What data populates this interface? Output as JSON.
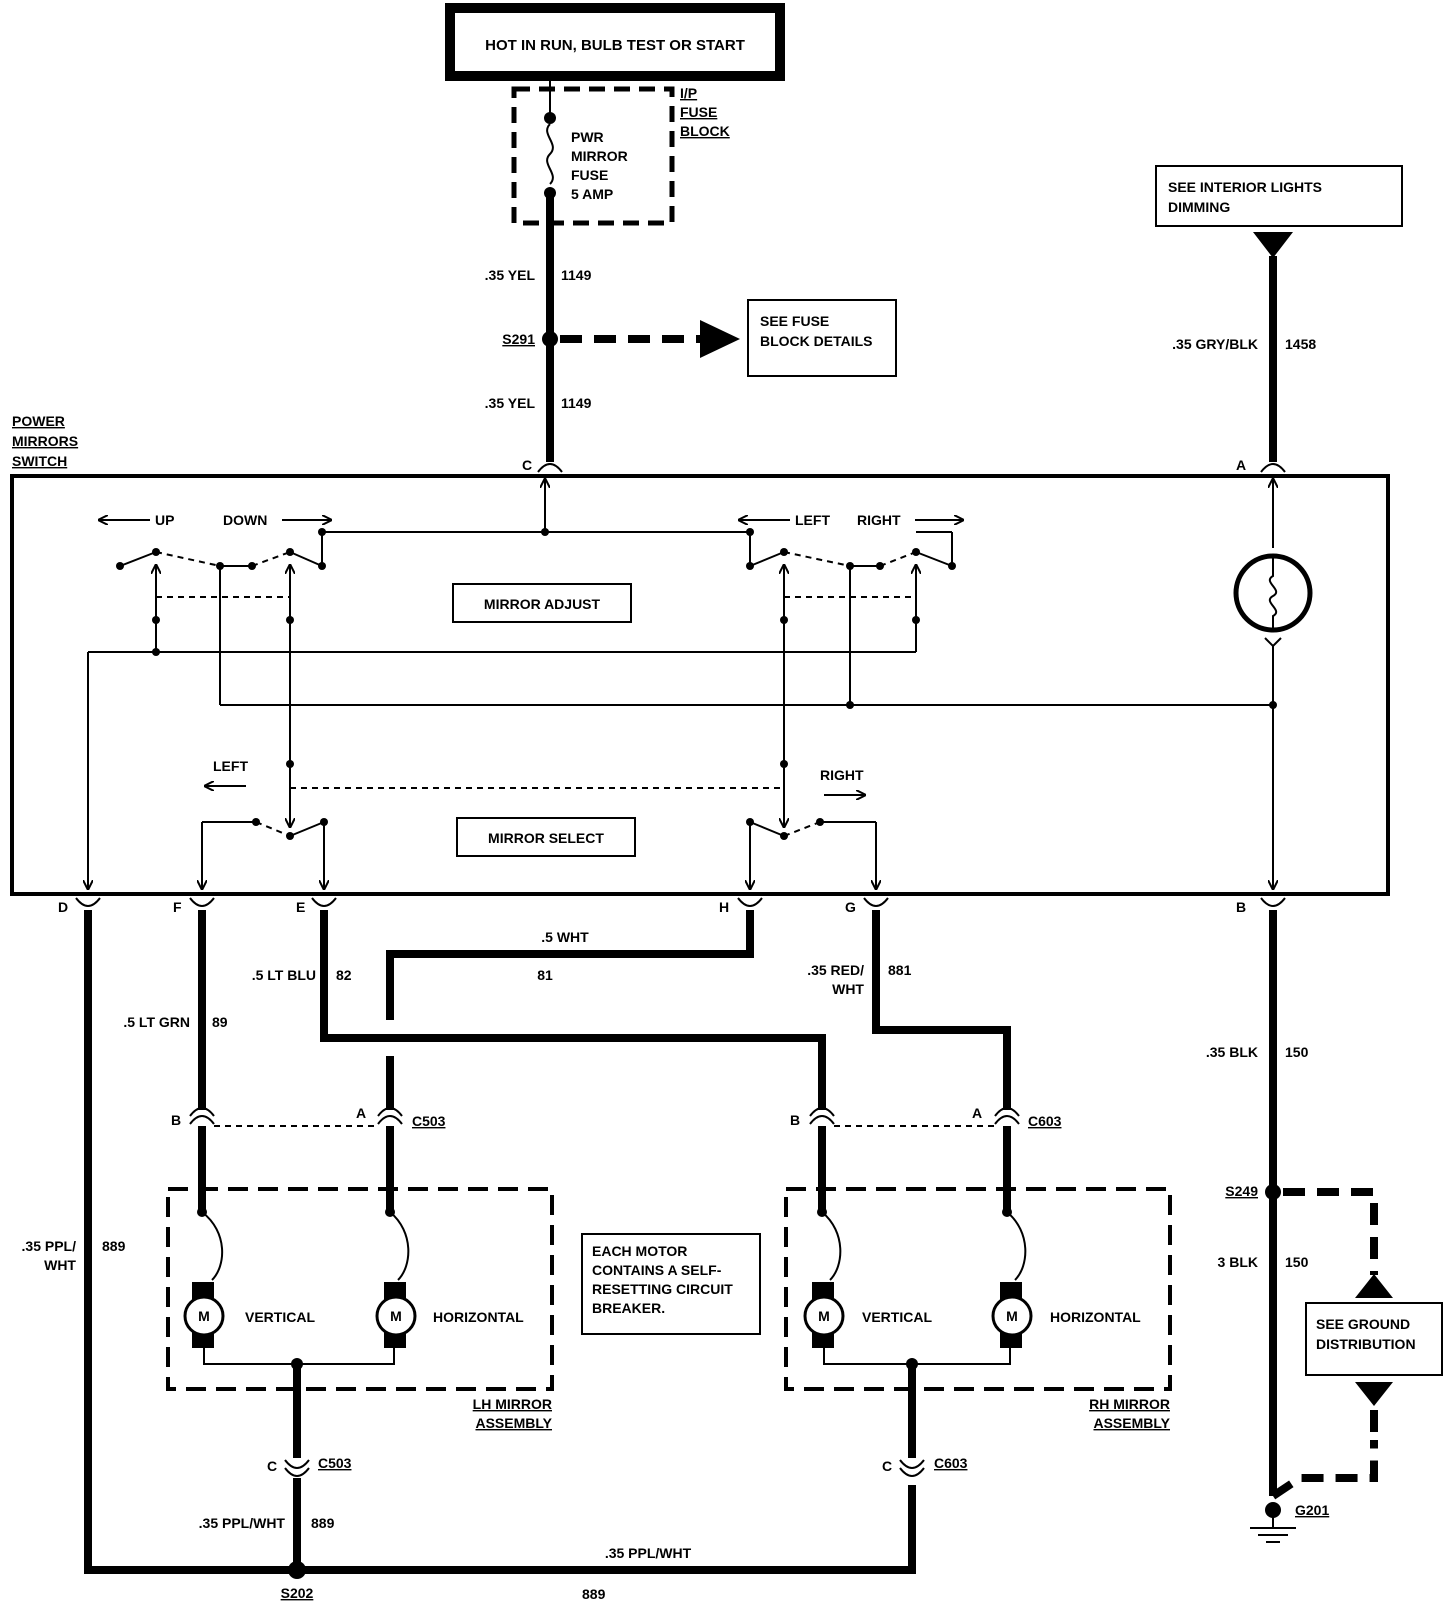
{
  "power_source": "HOT IN RUN, BULB TEST OR START",
  "fuse_block": {
    "label_lines": [
      "I/P",
      "FUSE",
      "BLOCK"
    ],
    "fuse_lines": [
      "PWR",
      "MIRROR",
      "FUSE",
      "5 AMP"
    ]
  },
  "see_fuse_block": [
    "SEE FUSE",
    "BLOCK DETAILS"
  ],
  "see_interior": [
    "SEE INTERIOR LIGHTS",
    "DIMMING"
  ],
  "see_ground": [
    "SEE GROUND",
    "DISTRIBUTION"
  ],
  "splices": {
    "s291": "S291",
    "s249": "S249",
    "s202": "S202",
    "g201": "G201"
  },
  "wires": {
    "yel_top": {
      "color": ".35 YEL",
      "circuit": "1149"
    },
    "yel_bottom": {
      "color": ".35 YEL",
      "circuit": "1149"
    },
    "gry_blk": {
      "color": ".35 GRY/BLK",
      "circuit": "1458"
    },
    "lt_grn": {
      "color": ".5 LT GRN",
      "circuit": "89"
    },
    "lt_blu": {
      "color": ".5 LT BLU",
      "circuit": "82"
    },
    "wht": {
      "color": ".5 WHT",
      "circuit": "81"
    },
    "red_wht": {
      "color_lines": [
        ".35 RED/",
        "WHT"
      ],
      "circuit": "881"
    },
    "blk_35": {
      "color": ".35 BLK",
      "circuit": "150"
    },
    "blk_3": {
      "color": "3 BLK",
      "circuit": "150"
    },
    "ppl_wht_left": {
      "color_lines": [
        ".35 PPL/",
        "WHT"
      ],
      "circuit": "889"
    },
    "ppl_wht_mid": {
      "color": ".35 PPL/WHT",
      "circuit": "889"
    },
    "ppl_wht_bottom": {
      "color": ".35 PPL/WHT",
      "circuit": "889"
    }
  },
  "switch": {
    "label_lines": [
      "POWER",
      "MIRRORS",
      "SWITCH"
    ],
    "mirror_adjust": "MIRROR ADJUST",
    "mirror_select": "MIRROR SELECT",
    "up": "UP",
    "down": "DOWN",
    "left": "LEFT",
    "right": "RIGHT",
    "select_left": "LEFT",
    "select_right": "RIGHT",
    "pins": {
      "a": "A",
      "b": "B",
      "c": "C",
      "d": "D",
      "e": "E",
      "f": "F",
      "g": "G",
      "h": "H"
    }
  },
  "lh_mirror": {
    "label_lines": [
      "LH MIRROR",
      "ASSEMBLY"
    ],
    "vertical": "VERTICAL",
    "horizontal": "HORIZONTAL",
    "motor": "M",
    "c503": "C503",
    "pin_a": "A",
    "pin_b": "B",
    "pin_c": "C"
  },
  "rh_mirror": {
    "label_lines": [
      "RH MIRROR",
      "ASSEMBLY"
    ],
    "vertical": "VERTICAL",
    "horizontal": "HORIZONTAL",
    "motor": "M",
    "c603": "C603",
    "pin_a": "A",
    "pin_b": "B",
    "pin_c": "C"
  },
  "note": [
    "EACH MOTOR",
    "CONTAINS A SELF-",
    "RESETTING CIRCUIT",
    "BREAKER."
  ]
}
